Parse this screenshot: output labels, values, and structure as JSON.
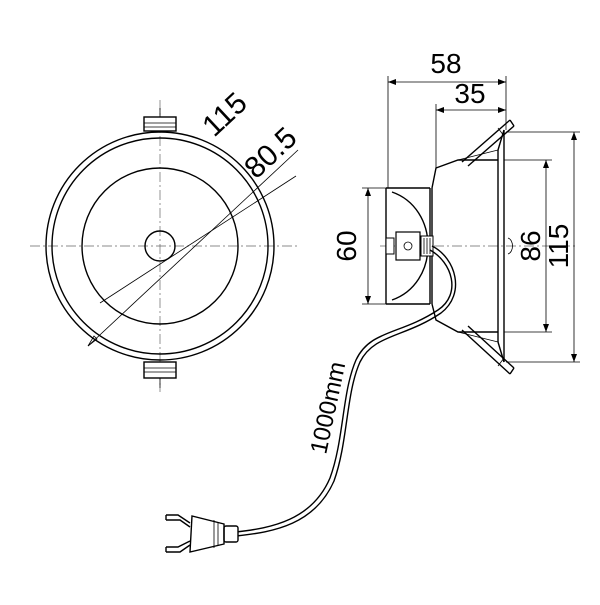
{
  "diagram": {
    "front_view": {
      "outer_diameter_label": "115",
      "cutout_diameter_label": "80.5"
    },
    "side_view": {
      "overall_depth_label": "58",
      "body_depth_label": "35",
      "driver_height_label": "60",
      "inner_height_label": "86",
      "outer_height_label": "115"
    },
    "cable": {
      "length_label": "1000mm"
    }
  }
}
